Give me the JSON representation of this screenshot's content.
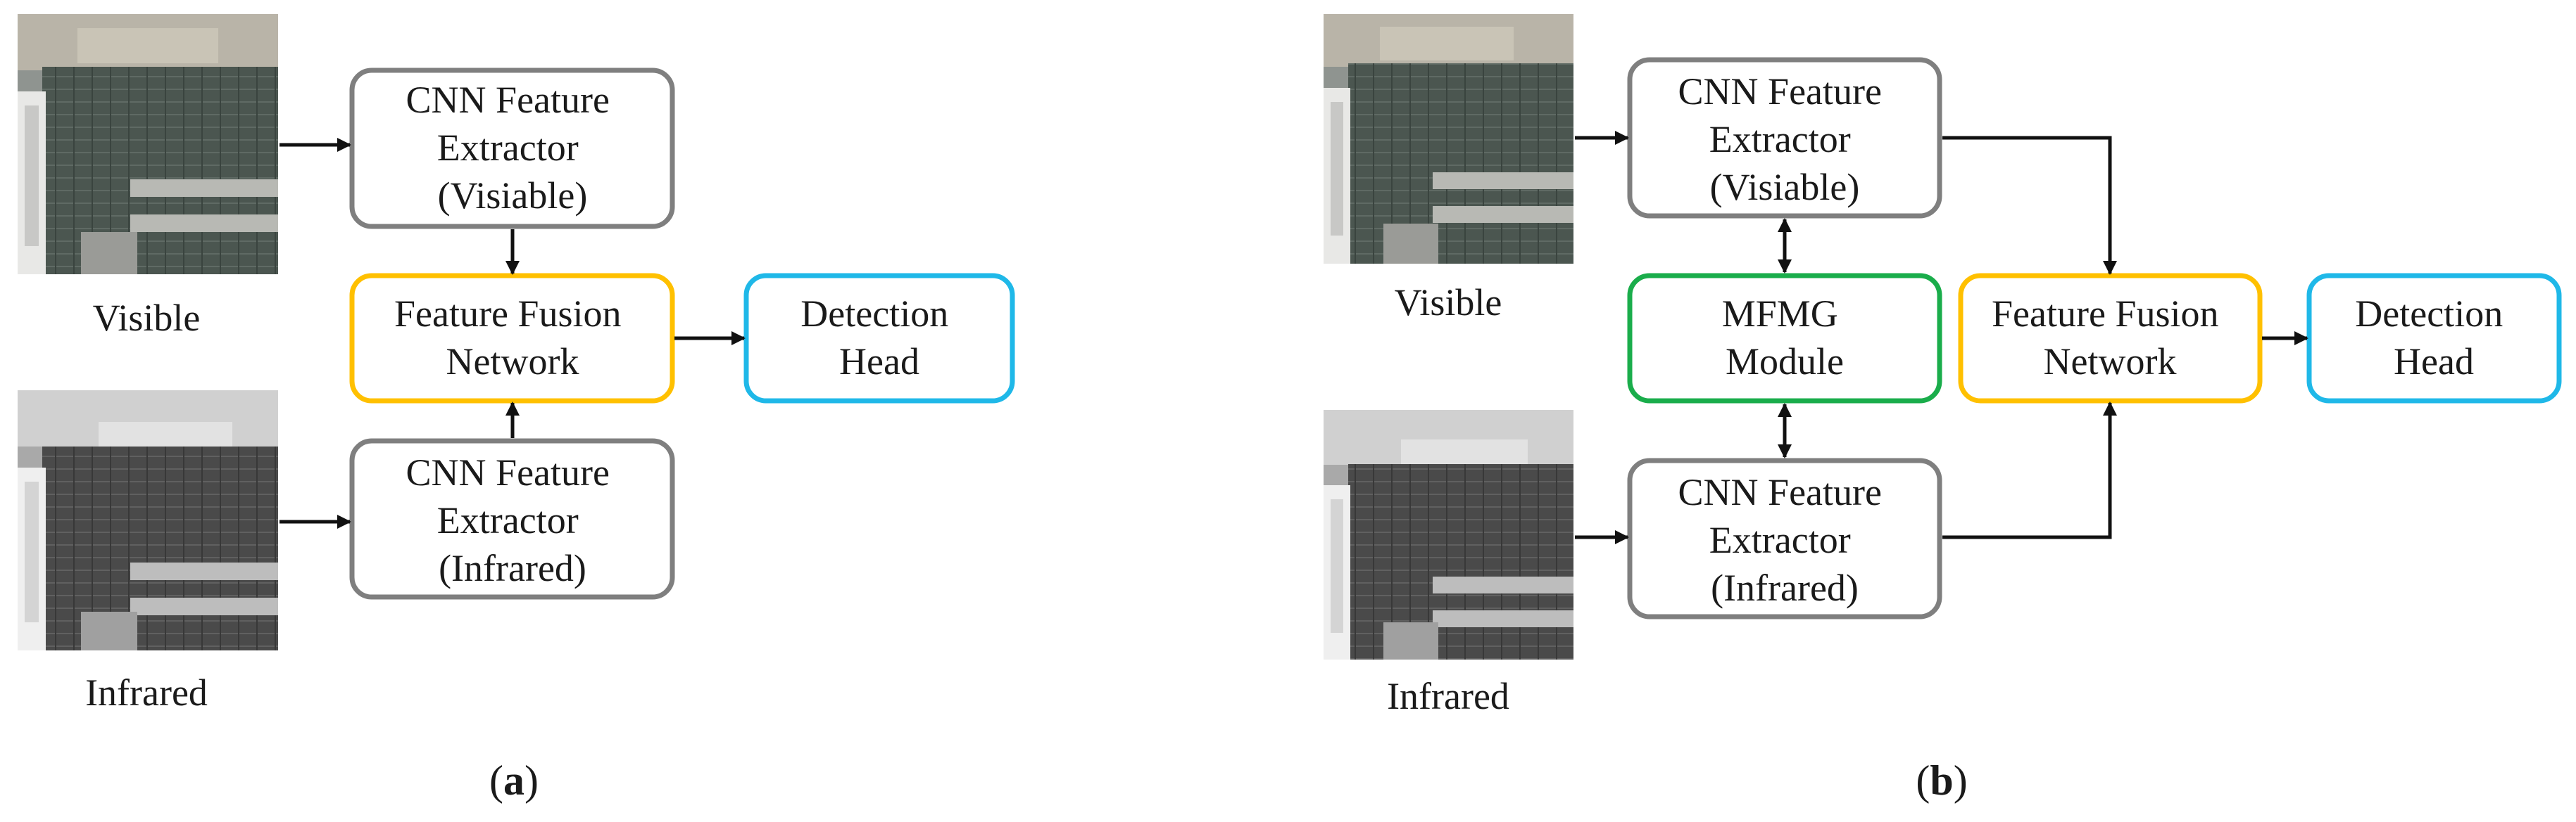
{
  "colors": {
    "extractor_border": "#7f7f7f",
    "fusion_border": "#ffc000",
    "detection_border": "#1fb8e8",
    "mfmg_border": "#1aad4b",
    "arrow": "#111111"
  },
  "panel_a": {
    "images": {
      "visible_caption": "Visible",
      "infrared_caption": "Infrared"
    },
    "extractor_visible": {
      "line1": "CNN Feature",
      "line2": "Extractor",
      "line3": "(Visiable)"
    },
    "extractor_infrared": {
      "line1": "CNN Feature",
      "line2": "Extractor",
      "line3": "(Infrared)"
    },
    "fusion": {
      "line1": "Feature Fusion",
      "line2": "Network"
    },
    "detection": {
      "line1": "Detection",
      "line2": "Head"
    },
    "subcaption": {
      "open": "(",
      "letter": "a",
      "close": ")"
    }
  },
  "panel_b": {
    "images": {
      "visible_caption": "Visible",
      "infrared_caption": "Infrared"
    },
    "extractor_visible": {
      "line1": "CNN Feature",
      "line2": "Extractor",
      "line3": "(Visiable)"
    },
    "extractor_infrared": {
      "line1": "CNN Feature",
      "line2": "Extractor",
      "line3": "(Infrared)"
    },
    "mfmg": {
      "line1": "MFMG",
      "line2": "Module"
    },
    "fusion": {
      "line1": "Feature Fusion",
      "line2": "Network"
    },
    "detection": {
      "line1": "Detection",
      "line2": "Head"
    },
    "subcaption": {
      "open": "(",
      "letter": "b",
      "close": ")"
    }
  }
}
